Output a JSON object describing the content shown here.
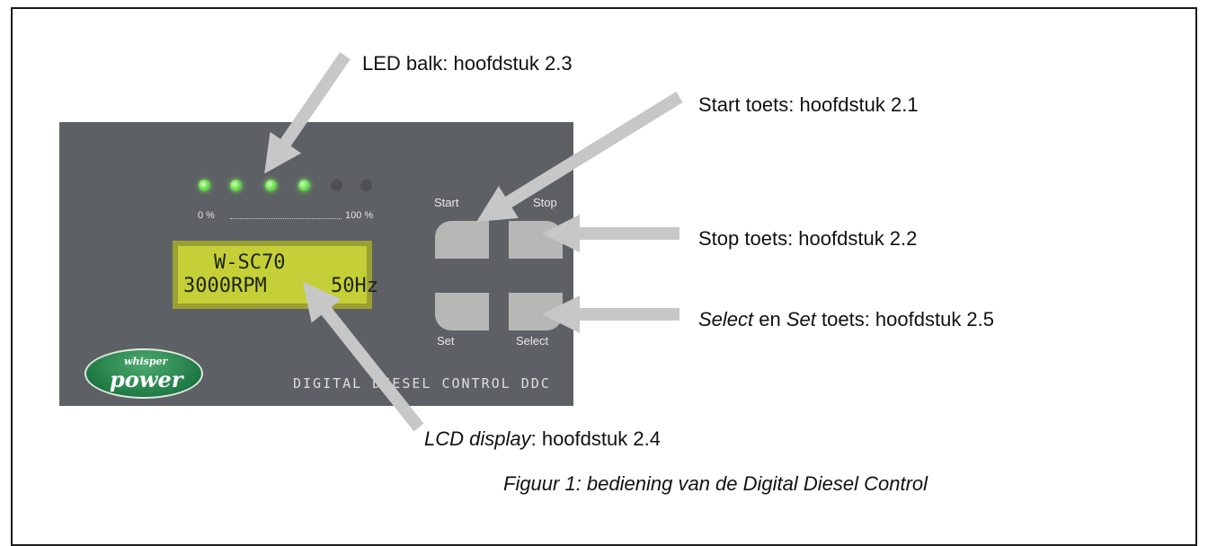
{
  "panel": {
    "scale_min": "0 %",
    "scale_max": "100 %",
    "leds_on": 4,
    "leds_total": 6,
    "lcd_line1": "W-SC70",
    "lcd_line2_left": "3000RPM",
    "lcd_line2_right": "50Hz",
    "keys": {
      "start": "Start",
      "stop": "Stop",
      "set": "Set",
      "select": "Select"
    },
    "brand": {
      "line1": "whisper",
      "line2": "power"
    },
    "device_name": "DIGITAL DIESEL CONTROL DDC"
  },
  "annotations": {
    "led": "LED balk: hoofdstuk 2.3",
    "start": "Start toets: hoofdstuk 2.1",
    "stop": "Stop toets: hoofdstuk 2.2",
    "select_word": "Select",
    "en": " en ",
    "set_word": "Set",
    "select_set_rest": " toets: hoofdstuk 2.5",
    "lcd_italic": "LCD display",
    "lcd_rest": ": hoofdstuk 2.4"
  },
  "caption": "Figuur 1: bediening van de Digital Diesel Control",
  "colors": {
    "panel": "#5d6064",
    "led_on": "#72df54",
    "lcd": "#c5cf37",
    "arrow": "#c7c7c7"
  }
}
